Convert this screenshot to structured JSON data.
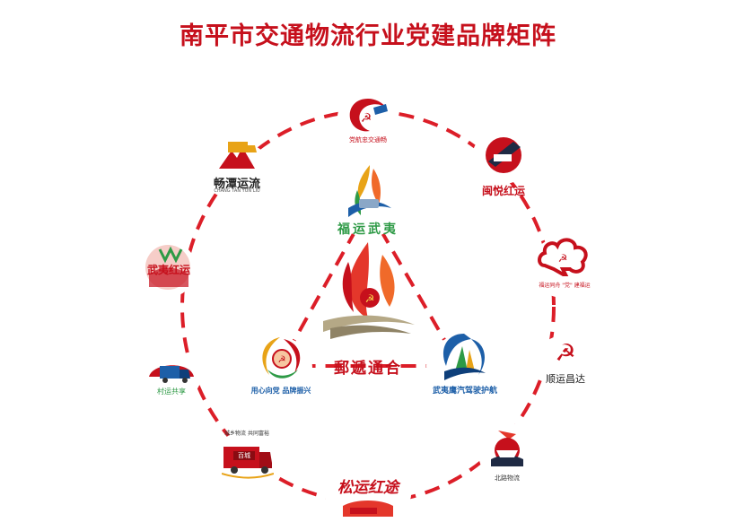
{
  "title": "南平市交通物流行业党建品牌矩阵",
  "center": {
    "label": "郵遞通合"
  },
  "inner": [
    {
      "label": "福运武夷"
    },
    {
      "label": "用心向党 品牌振兴"
    },
    {
      "label": "武夷鹰汽驾驶护航"
    }
  ],
  "outer": [
    {
      "label": "党航忠交通畅"
    },
    {
      "label": "闽悦红运"
    },
    {
      "label": "福运同舟 \"党\" 建福运"
    },
    {
      "label": "顺运昌达"
    },
    {
      "label": "北路物流"
    },
    {
      "label": "松运红途"
    },
    {
      "label": "城乡物流 共同富裕",
      "badge": "百城"
    },
    {
      "label": "村运共享"
    },
    {
      "label": "武夷红运"
    },
    {
      "label": "畅潭运流",
      "sub": "CHANG TAN YUN LIU"
    }
  ],
  "colors": {
    "accent": "#c6101c",
    "gold": "#e8a317",
    "blue": "#1d5fa8",
    "green": "#2e9a46"
  }
}
